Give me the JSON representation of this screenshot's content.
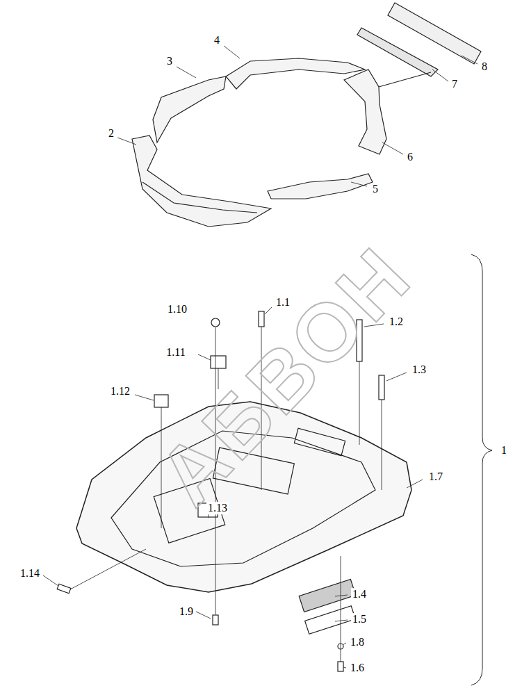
{
  "diagram": {
    "labels": [
      "4",
      "3",
      "8",
      "2",
      "7",
      "6",
      "5",
      "1.10",
      "1.1",
      "1.2",
      "1.11",
      "1.3",
      "1.12",
      "1.7",
      "1",
      "1.13",
      "1.14",
      "1.4",
      "1.9",
      "1.5",
      "1.8",
      "1.6",
      "АБВОН"
    ]
  }
}
